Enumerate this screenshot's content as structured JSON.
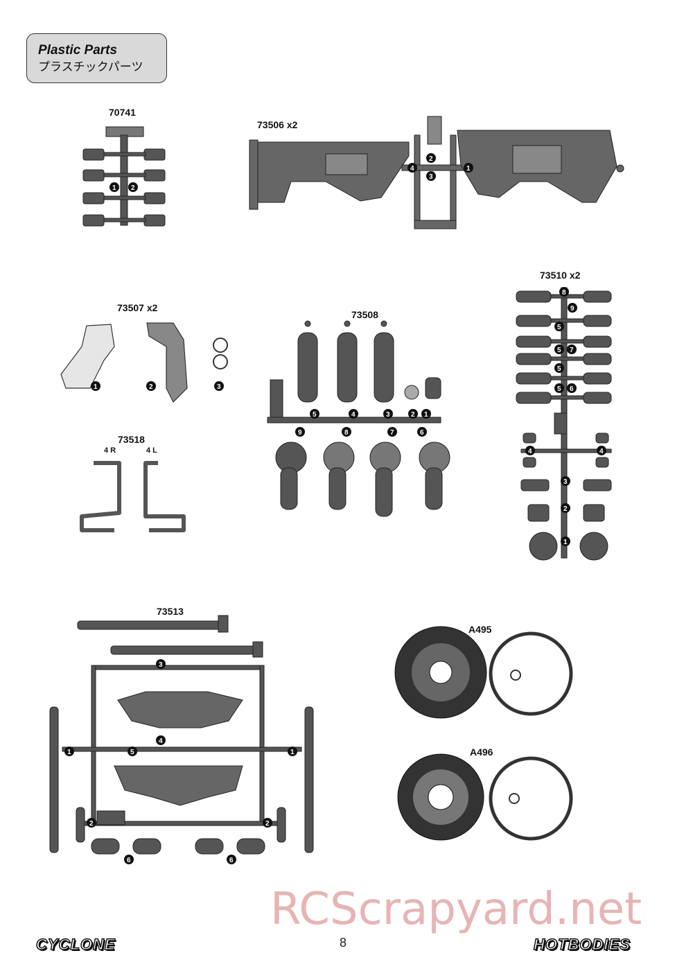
{
  "header": {
    "title_en": "Plastic Parts",
    "title_jp": "プラスチックパーツ"
  },
  "parts": {
    "p70741": "70741",
    "p73506": "73506 x2",
    "p73507": "73507 x2",
    "p73508": "73508",
    "p73510": "73510 x2",
    "p73518": "73518",
    "p73518_r": "4 R",
    "p73518_l": "4 L",
    "p73513": "73513",
    "pA495": "A495",
    "pA496": "A496"
  },
  "footer": {
    "page_number": "8",
    "watermark": "RCScrapyard.net",
    "logo_left": "CYCLONE",
    "logo_right": "HOTBODIES"
  }
}
